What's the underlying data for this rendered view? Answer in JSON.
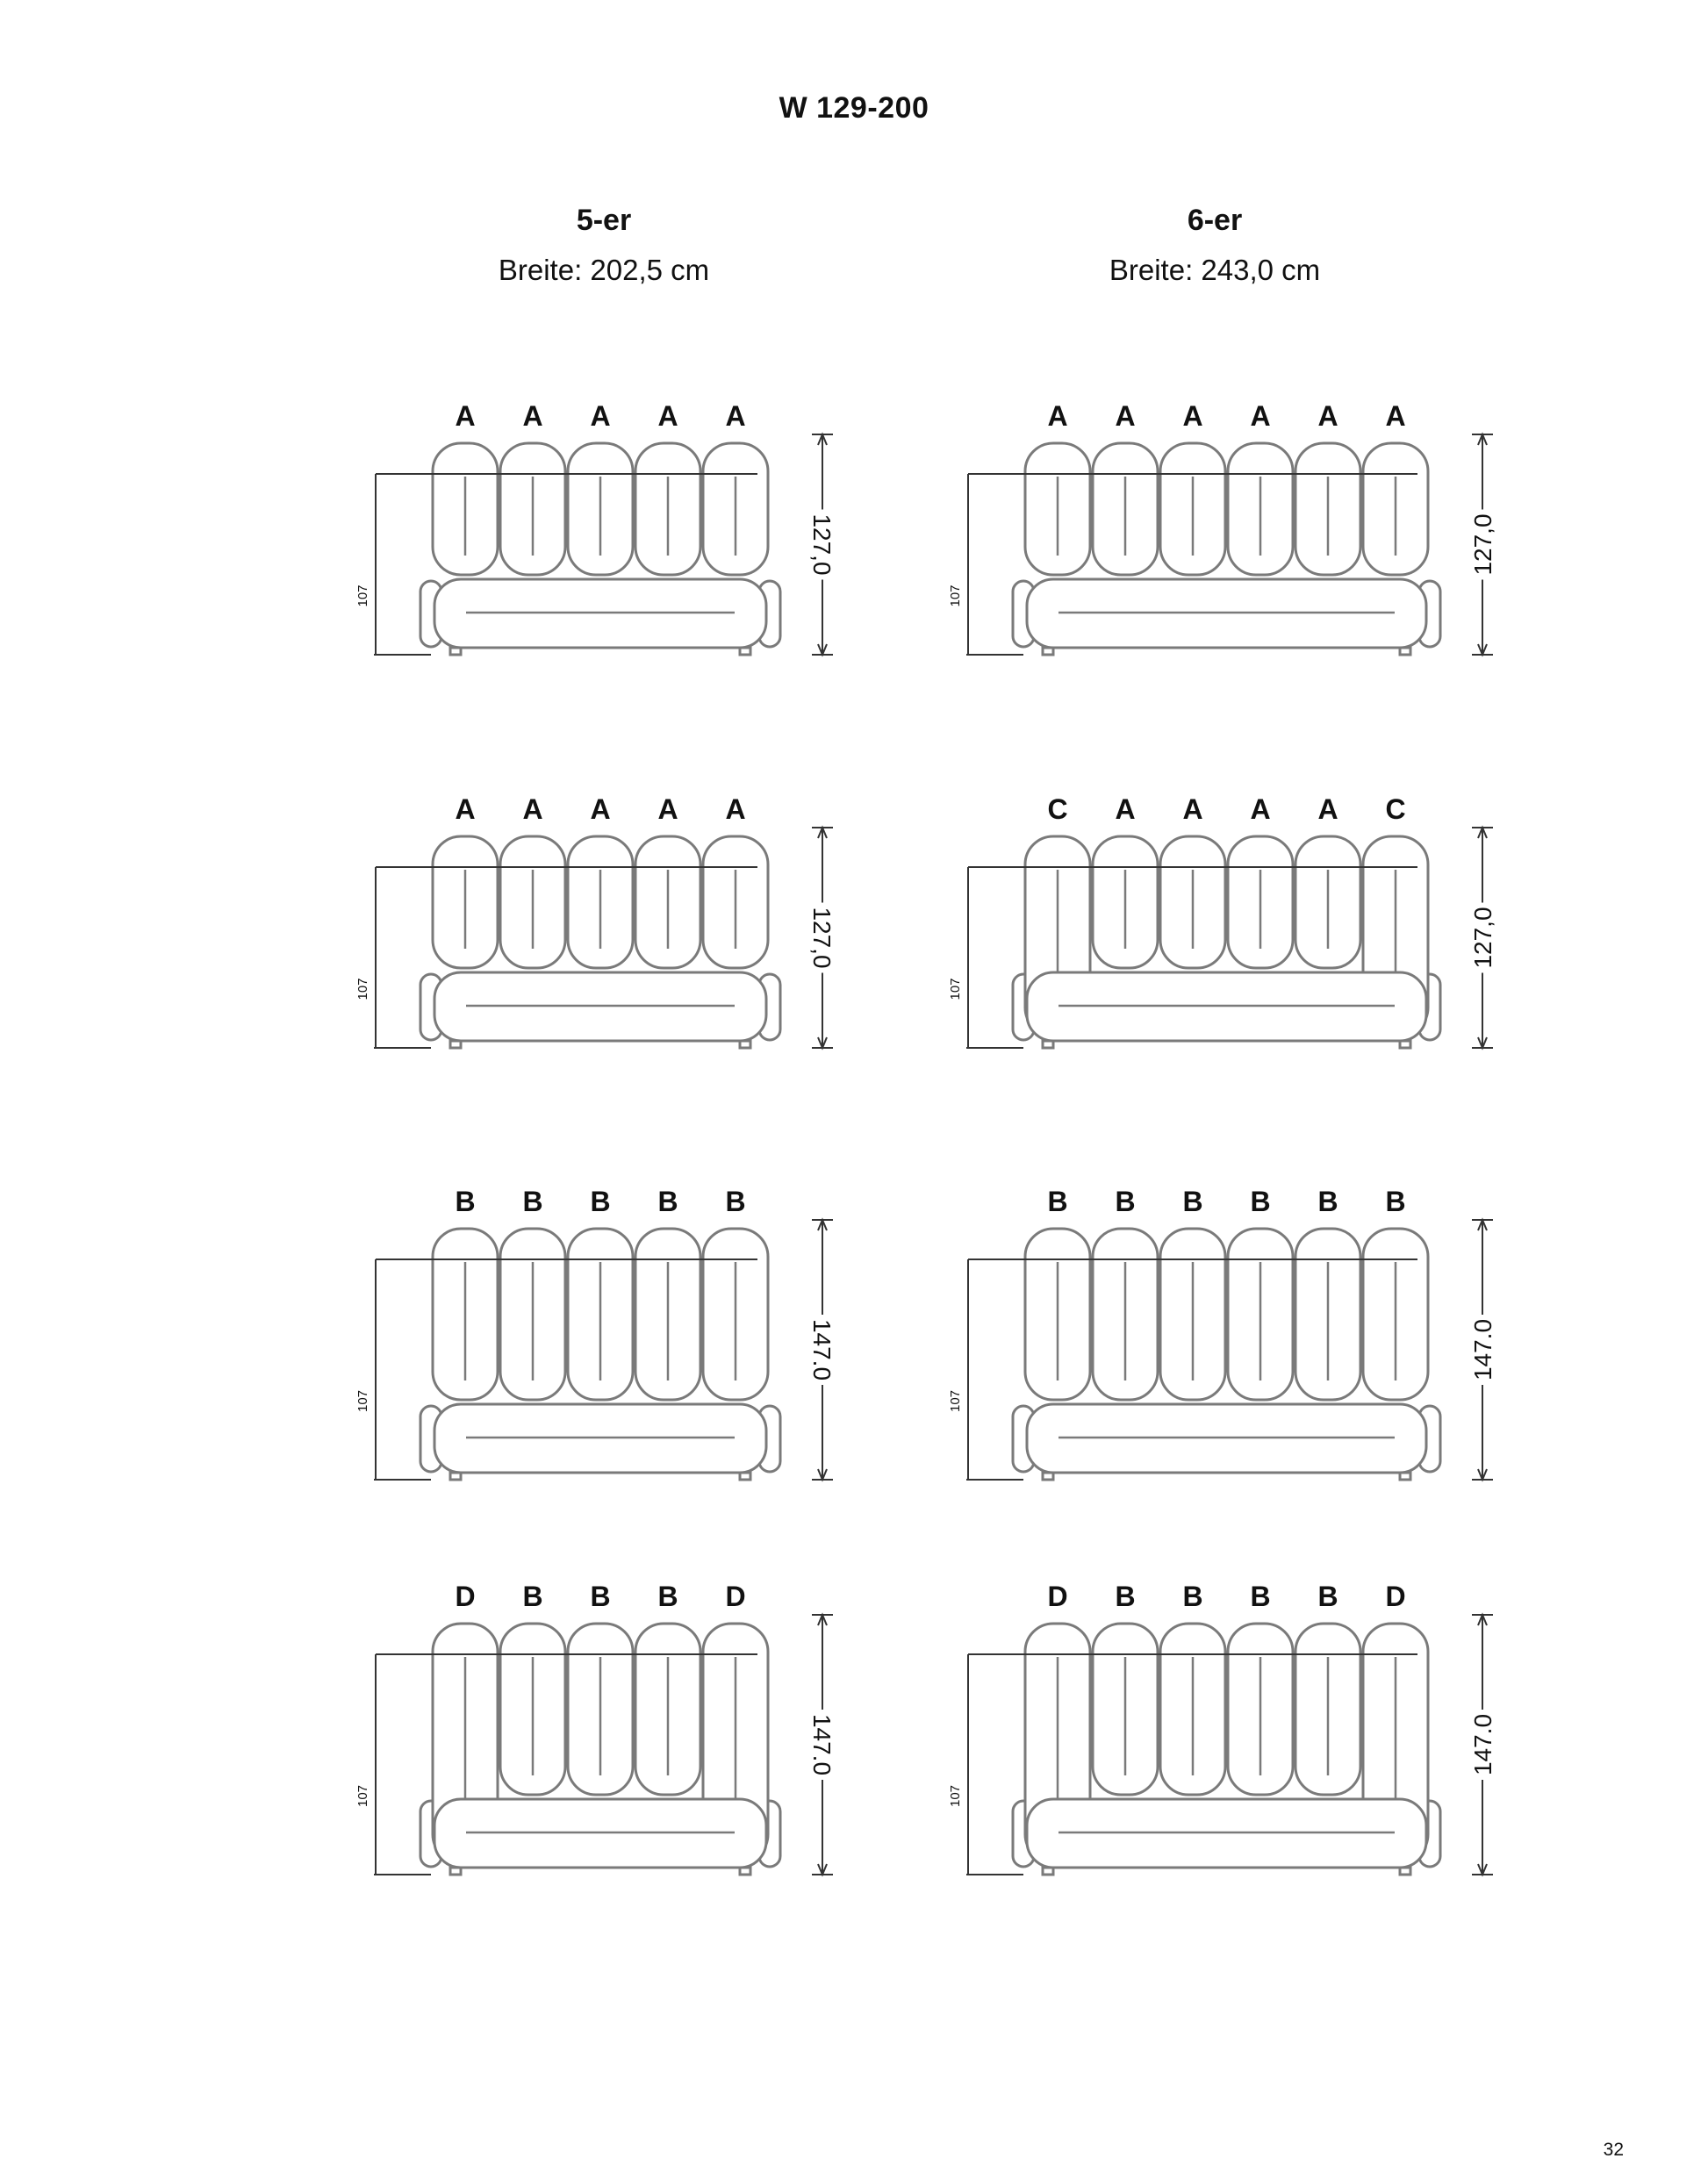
{
  "page": {
    "title": "W 129-200",
    "page_number": "32"
  },
  "columns": [
    {
      "name": "5-er",
      "width_text": "Breite: 202,5 cm"
    },
    {
      "name": "6-er",
      "width_text": "Breite: 243,0 cm"
    }
  ],
  "variants": [
    {
      "column": 0,
      "row": 0,
      "modules": [
        "A",
        "A",
        "A",
        "A",
        "A"
      ],
      "overall_height": "127,0",
      "seat_height": "107"
    },
    {
      "column": 1,
      "row": 0,
      "modules": [
        "A",
        "A",
        "A",
        "A",
        "A",
        "A"
      ],
      "overall_height": "127,0",
      "seat_height": "107"
    },
    {
      "column": 0,
      "row": 1,
      "modules": [
        "A",
        "A",
        "A",
        "A",
        "A"
      ],
      "overall_height": "127,0",
      "seat_height": "107"
    },
    {
      "column": 1,
      "row": 1,
      "modules": [
        "C",
        "A",
        "A",
        "A",
        "A",
        "C"
      ],
      "overall_height": "127,0",
      "seat_height": "107"
    },
    {
      "column": 0,
      "row": 2,
      "modules": [
        "B",
        "B",
        "B",
        "B",
        "B"
      ],
      "overall_height": "147.0",
      "seat_height": "107"
    },
    {
      "column": 1,
      "row": 2,
      "modules": [
        "B",
        "B",
        "B",
        "B",
        "B",
        "B"
      ],
      "overall_height": "147.0",
      "seat_height": "107"
    },
    {
      "column": 0,
      "row": 3,
      "modules": [
        "D",
        "B",
        "B",
        "B",
        "D"
      ],
      "overall_height": "147.0",
      "seat_height": "107"
    },
    {
      "column": 1,
      "row": 3,
      "modules": [
        "D",
        "B",
        "B",
        "B",
        "B",
        "D"
      ],
      "overall_height": "147.0",
      "seat_height": "107"
    }
  ]
}
